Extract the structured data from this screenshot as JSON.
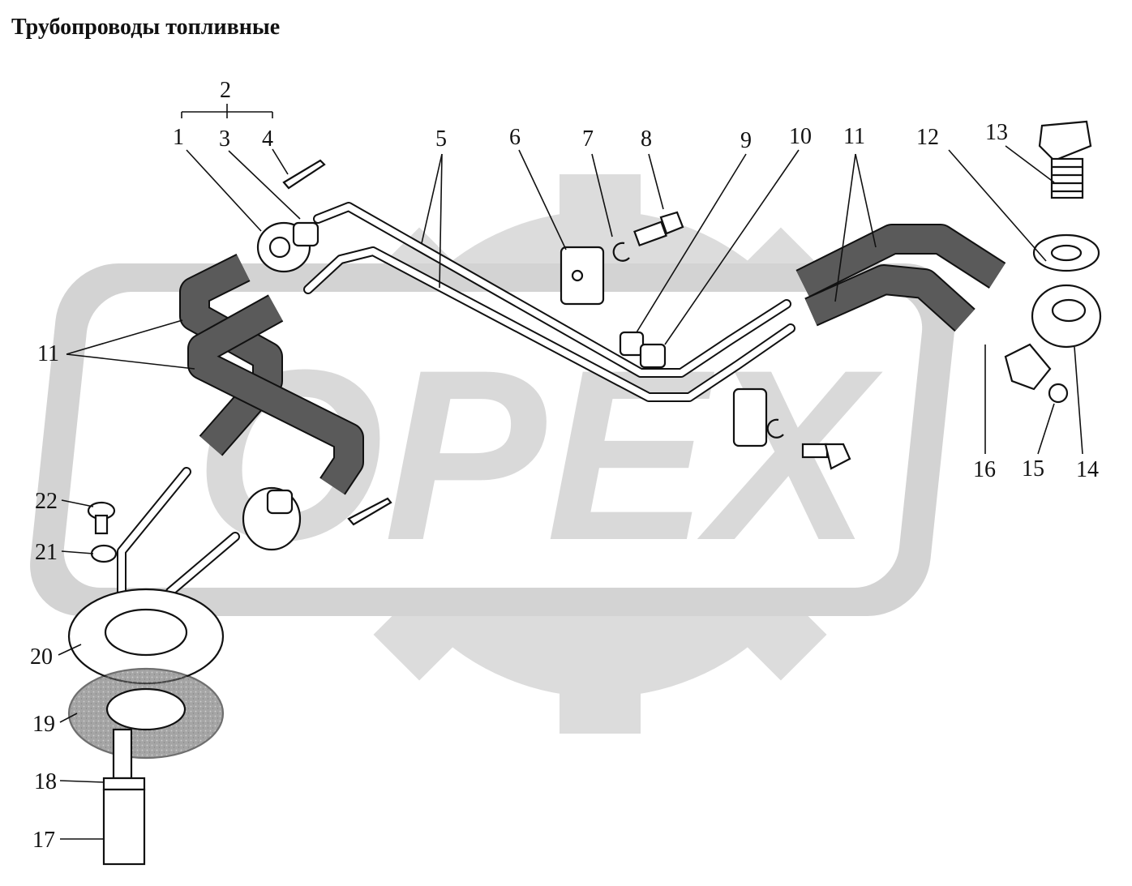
{
  "title": "Трубопроводы топливные",
  "watermark": {
    "text": "OPEX",
    "color": "#d9d9d9",
    "gear_color": "#dcdcdc"
  },
  "callouts": [
    "1",
    "2",
    "3",
    "4",
    "5",
    "6",
    "7",
    "8",
    "9",
    "10",
    "11",
    "11",
    "12",
    "13",
    "14",
    "15",
    "16",
    "17",
    "18",
    "19",
    "20",
    "21",
    "22"
  ]
}
